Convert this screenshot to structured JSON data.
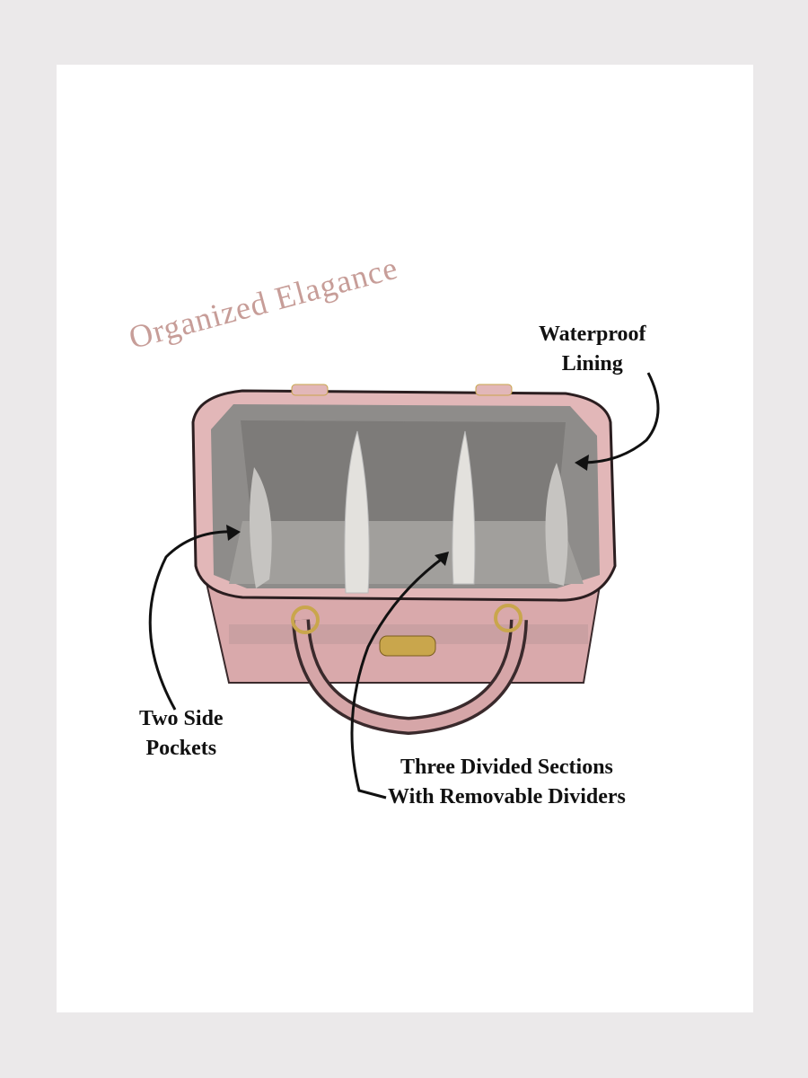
{
  "title": "Organized Elagance",
  "callouts": {
    "waterproof": [
      "Waterproof",
      "Lining"
    ],
    "side_pockets": [
      "Two Side",
      "Pockets"
    ],
    "sections": [
      "Three Divided Sections",
      "With Removable Dividers"
    ]
  },
  "colors": {
    "title": "#c79d98",
    "bag_pink": "#dcaeb0",
    "lining": "#8f8d8b"
  }
}
